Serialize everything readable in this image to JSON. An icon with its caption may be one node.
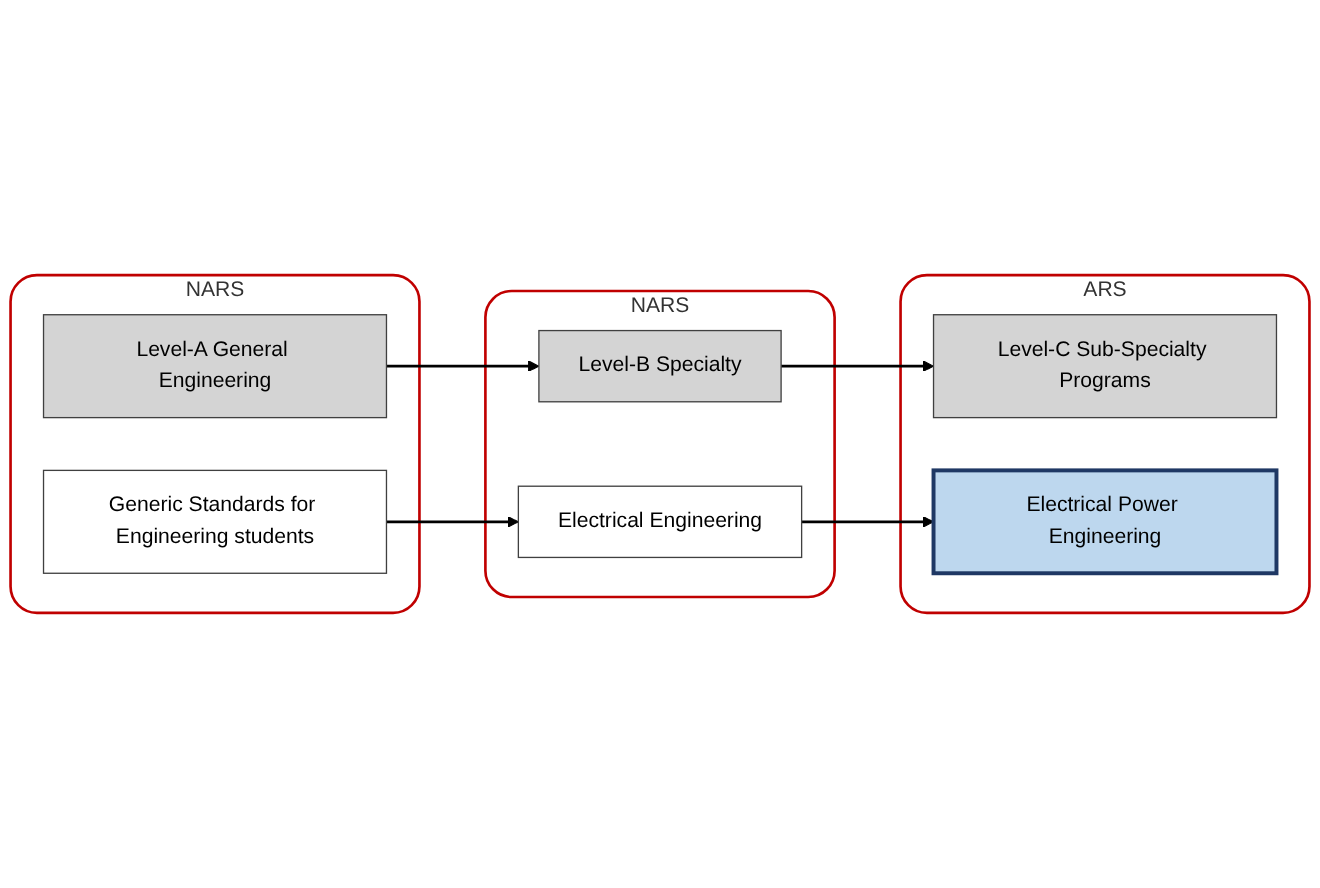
{
  "diagram": {
    "nodes": [
      {
        "text": [
          "NARS"
        ]
      },
      {
        "text": [
          "Level-A General Engineering"
        ],
        "in": 0
      },
      {
        "text": [
          "Generic Standards for Engineering students"
        ],
        "in": 0
      },
      {
        "text": [
          "NARS"
        ]
      },
      {
        "text": [
          "Level-B Specialty"
        ],
        "in": 3
      },
      {
        "text": [
          "Electrical Engineering"
        ],
        "in": 3
      },
      {
        "text": [
          "ARS"
        ]
      },
      {
        "text": [
          "Level-C Sub-Specialty Programs"
        ],
        "in": 6
      },
      {
        "text": [
          "Electrical Power Engineering"
        ],
        "in": 6
      }
    ],
    "edges": [
      {
        "from": 1,
        "to": 4,
        "arrow": "to"
      },
      {
        "from": 4,
        "to": 7,
        "arrow": "to"
      },
      {
        "from": 2,
        "to": 5,
        "arrow": "to"
      },
      {
        "from": 5,
        "to": 8,
        "arrow": "to"
      }
    ]
  }
}
